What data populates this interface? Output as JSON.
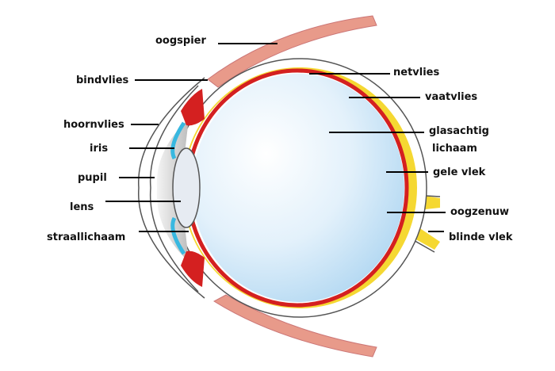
{
  "labels": {
    "oogspier": "oogspier",
    "bindvlies": "bindvlies",
    "hoornvlies": "hoornvlies",
    "iris": "iris",
    "pupil": "pupil",
    "lens": "lens",
    "straallichaam": "straallichaam",
    "netvlies": "netvlies",
    "vaatvlies": "vaatvlies",
    "glasachtig_1": "glasachtig",
    "glasachtig_2": "lichaam",
    "gele_vlek": "gele vlek",
    "oogzenuw": "oogzenuw",
    "blinde_vlek": "blinde vlek"
  },
  "colors": {
    "retina": "#d42020",
    "choroid": "#f5d832",
    "muscle": "#e89a8a",
    "iris": "#38b8e0",
    "vitreous": "#bfe0f5"
  }
}
